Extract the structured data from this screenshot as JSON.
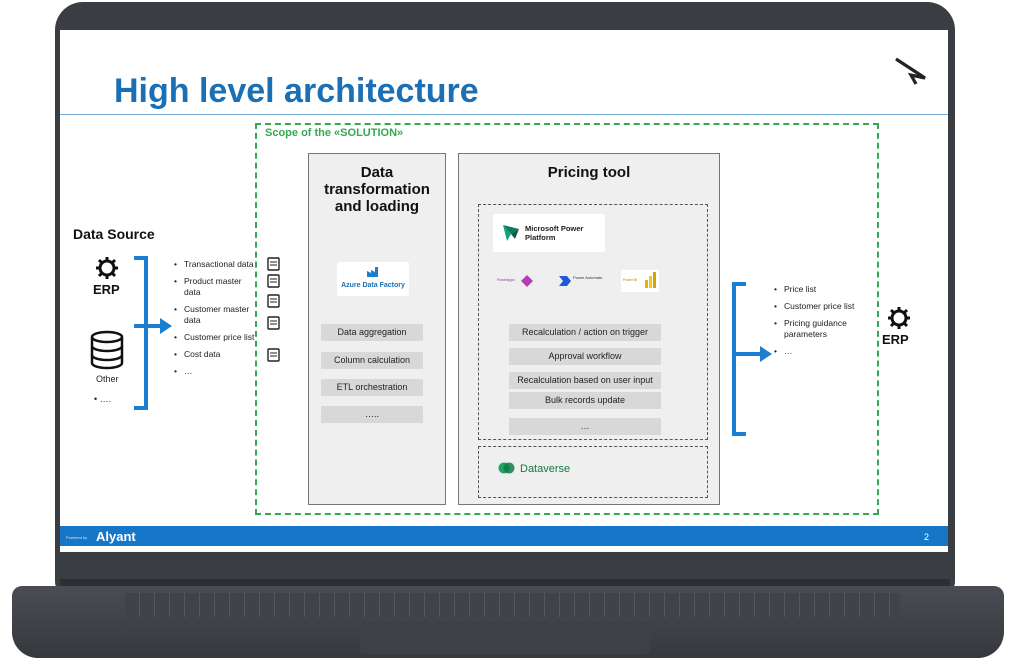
{
  "slide": {
    "title": "High level architecture",
    "scope_label": "Scope of the «SOLUTION»",
    "footer": {
      "pre": "Powered by",
      "brand": "Alyant",
      "page": "2"
    }
  },
  "data_source": {
    "title": "Data Source",
    "erp": "ERP",
    "other": "Other",
    "more": "• ….",
    "items": [
      "Transactional data",
      "Product master data",
      "Customer master data",
      "Customer price list",
      "Cost data",
      "…"
    ]
  },
  "dtl": {
    "title": "Data transformation and loading",
    "logo": "Azure Data Factory",
    "steps": [
      "Data aggregation",
      "Column calculation",
      "ETL orchestration",
      "….."
    ]
  },
  "pricing": {
    "title": "Pricing tool",
    "platform": "Microsoft Power Platform",
    "apps": [
      "PowerApps",
      "Power Automate",
      "Power BI"
    ],
    "steps": [
      "Recalculation / action on trigger",
      "Approval workflow",
      "Recalculation based on user input",
      "Bulk records update",
      "…"
    ],
    "dataverse": "Dataverse"
  },
  "output": {
    "erp": "ERP",
    "items": [
      "Price list",
      "Customer price list",
      "Pricing guidance parameters",
      "…"
    ]
  },
  "colors": {
    "accent": "#1a6fb5",
    "bracket": "#1a7fd0",
    "scope": "#35a853",
    "footer": "#1677c8"
  },
  "icons": [
    "gear-icon",
    "database-icon",
    "document-icon",
    "arrow-right-icon",
    "chevron-logo-icon"
  ]
}
